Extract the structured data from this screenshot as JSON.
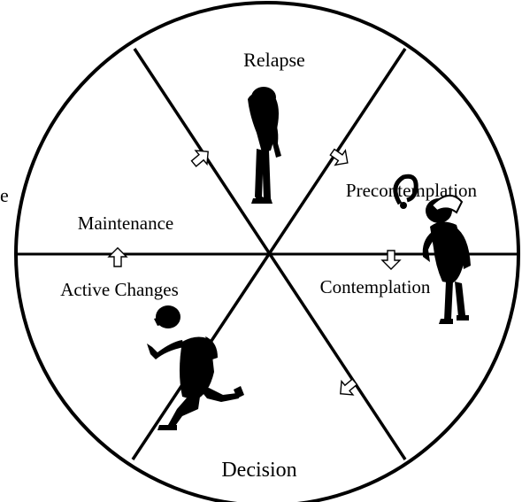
{
  "diagram": {
    "stages": {
      "relapse": "Relapse",
      "precontemplation": "Precontemplation",
      "contemplation": "Contemplation",
      "decision": "Decision",
      "active_changes": "Active Changes",
      "maintenance": "Maintenance"
    },
    "edge_fragment": "e"
  },
  "colors": {
    "ink": "#000000",
    "background": "#ffffff"
  }
}
